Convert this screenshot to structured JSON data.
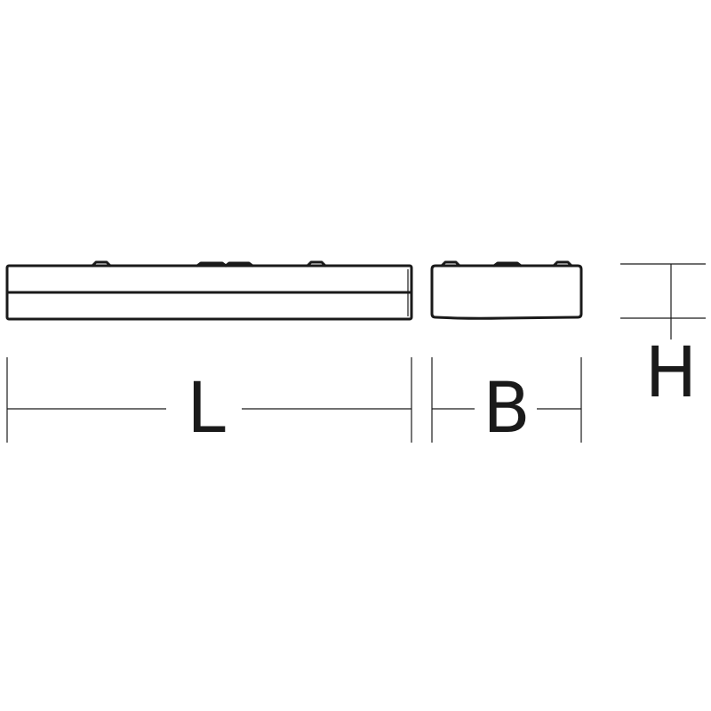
{
  "labels": {
    "length": "L",
    "width": "B",
    "height": "H"
  },
  "colors": {
    "line": "#1a1a1a",
    "background": "#ffffff"
  }
}
